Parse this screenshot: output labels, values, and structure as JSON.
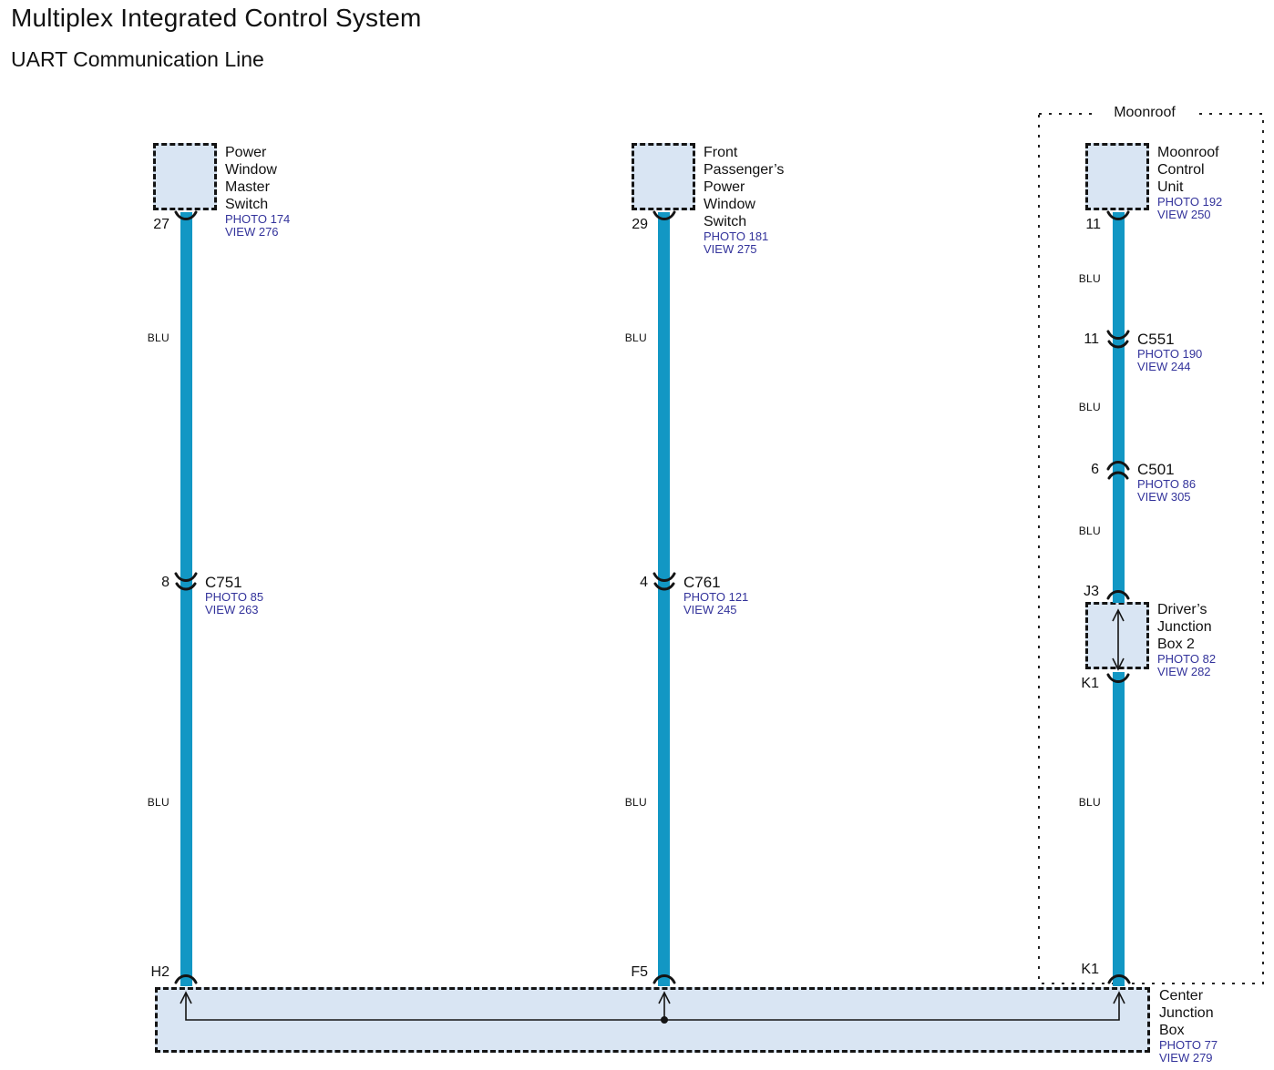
{
  "title": "Multiplex Integrated Control System",
  "subtitle": "UART Communication Line",
  "colors": {
    "wire": "#1297c4",
    "boxfill": "#d9e5f3",
    "ref": "#33339b"
  },
  "left": {
    "component": {
      "name": "Power\nWindow\nMaster\nSwitch",
      "photo": "PHOTO 174",
      "view": "VIEW 276"
    },
    "pin_component": "27",
    "wire_color_upper": "BLU",
    "connector": {
      "pin": "8",
      "name": "C751",
      "photo": "PHOTO 85",
      "view": "VIEW 263"
    },
    "wire_color_lower": "BLU",
    "pin_cjb": "H2"
  },
  "middle": {
    "component": {
      "name": "Front\nPassenger’s\nPower\nWindow\nSwitch",
      "photo": "PHOTO 181",
      "view": "VIEW 275"
    },
    "pin_component": "29",
    "wire_color_upper": "BLU",
    "connector": {
      "pin": "4",
      "name": "C761",
      "photo": "PHOTO 121",
      "view": "VIEW 245"
    },
    "wire_color_lower": "BLU",
    "pin_cjb": "F5"
  },
  "right": {
    "group_label": "Moonroof",
    "component": {
      "name": "Moonroof\nControl\nUnit",
      "photo": "PHOTO 192",
      "view": "VIEW 250"
    },
    "pin_component": "11",
    "wire_color_1": "BLU",
    "connector_c551": {
      "pin": "11",
      "name": "C551",
      "photo": "PHOTO 190",
      "view": "VIEW 244"
    },
    "wire_color_2": "BLU",
    "connector_c501": {
      "pin": "6",
      "name": "C501",
      "photo": "PHOTO 86",
      "view": "VIEW 305"
    },
    "wire_color_3": "BLU",
    "djb2": {
      "pin_top": "J3",
      "name": "Driver’s\nJunction\nBox 2",
      "photo": "PHOTO 82",
      "view": "VIEW 282",
      "pin_bottom": "K1"
    },
    "wire_color_4": "BLU",
    "pin_cjb": "K1"
  },
  "cjb": {
    "name": "Center\nJunction\nBox",
    "photo": "PHOTO 77",
    "view": "VIEW 279"
  }
}
